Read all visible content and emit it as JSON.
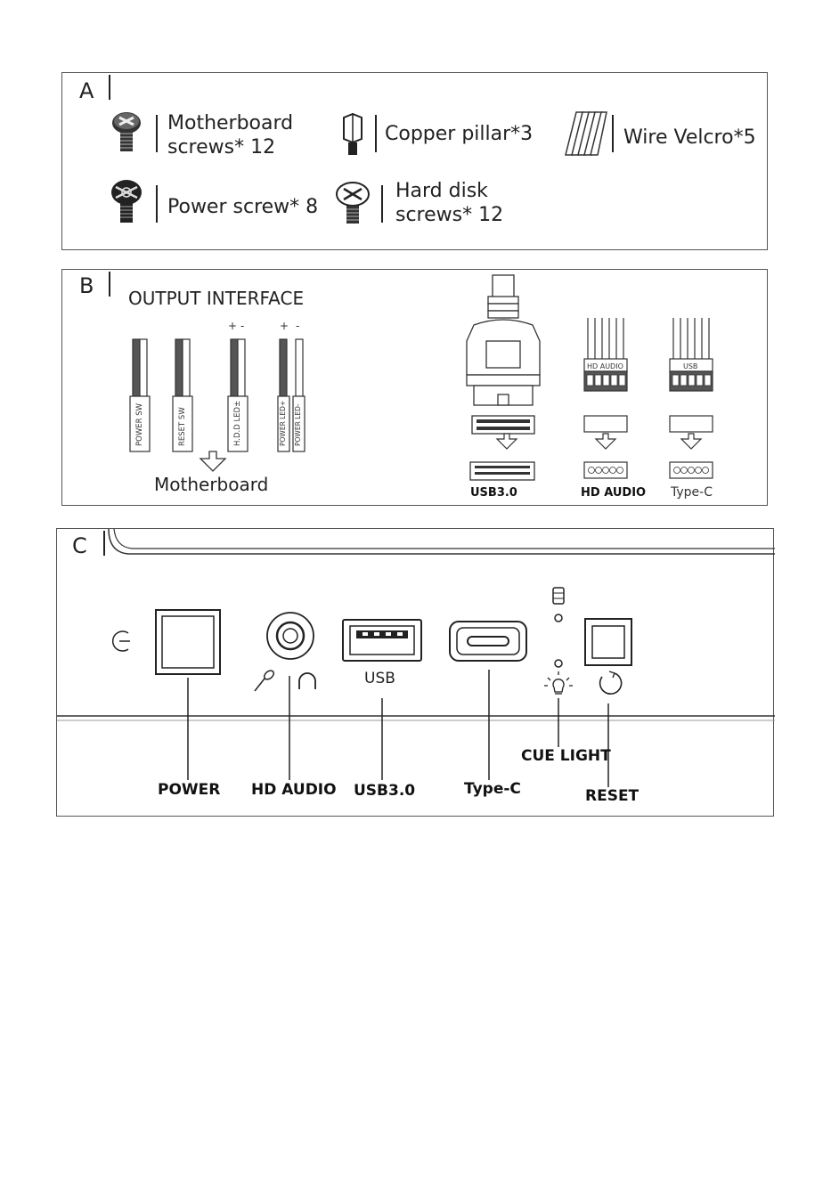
{
  "panel_a": {
    "letter": "A",
    "items": [
      {
        "line1": "Motherboard",
        "line2": "screws* 12"
      },
      {
        "line1": "Copper pillar*3",
        "line2": ""
      },
      {
        "line1": "Wire Velcro*5",
        "line2": ""
      },
      {
        "line1": "Power screw* 8",
        "line2": ""
      },
      {
        "line1": "Hard disk",
        "line2": "screws* 12"
      }
    ]
  },
  "panel_b": {
    "letter": "B",
    "title": "OUTPUT INTERFACE",
    "polarity_plus": "+",
    "polarity_minus": "-",
    "wires": [
      "POWER SW",
      "RESET SW",
      "H.D.D LED±",
      "POWER LED+",
      "POWER LED-"
    ],
    "motherboard": "Motherboard",
    "connector_tags": [
      "HD AUDIO",
      "USB"
    ],
    "connectors": [
      "USB3.0",
      "HD AUDIO",
      "Type-C"
    ]
  },
  "panel_c": {
    "letter": "C",
    "usb_port_text": "USB",
    "labels": {
      "power": "POWER",
      "hd_audio": "HD AUDIO",
      "usb": "USB3.0",
      "type_c": "Type-C",
      "cue_light": "CUE LIGHT",
      "reset": "RESET"
    }
  }
}
